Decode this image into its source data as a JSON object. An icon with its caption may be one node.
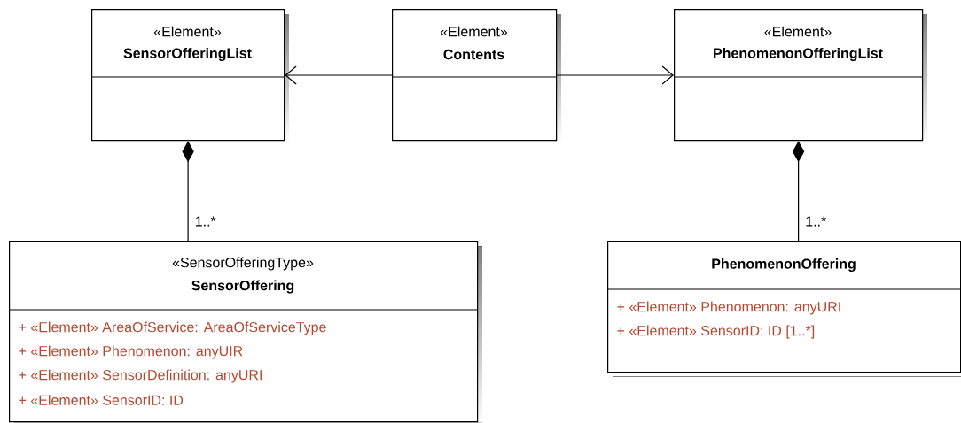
{
  "diagram": {
    "nodes": [
      {
        "text": [
          "«Element»",
          "SensorOfferingList"
        ]
      },
      {
        "text": [
          "«Element»",
          "Contents"
        ]
      },
      {
        "text": [
          "«Element»",
          "PhenomenonOfferingList"
        ]
      },
      {
        "text": [
          "«SensorOfferingType»",
          "SensorOffering",
          "+   «Element» AreaOfService: AreaOfServiceType",
          "+   «Element» Phenomenon: anyUIR",
          "+   «Element» SensorDefinition: anyURI",
          "+   «Element» SensorID: ID"
        ]
      },
      {
        "text": [
          "PhenomenonOffering",
          "+   «Element» Phenomenon: anyURI",
          "+   «Element» SensorID: ID [1..*]"
        ]
      }
    ],
    "edges": [
      {
        "from": 1,
        "to": 0,
        "arrow": "to"
      },
      {
        "from": 1,
        "to": 2,
        "arrow": "to"
      },
      {
        "from": 0,
        "to": 3,
        "arrow": "other",
        "label": "1..*"
      },
      {
        "from": 2,
        "to": 4,
        "arrow": "other",
        "label": "1..*"
      }
    ]
  }
}
